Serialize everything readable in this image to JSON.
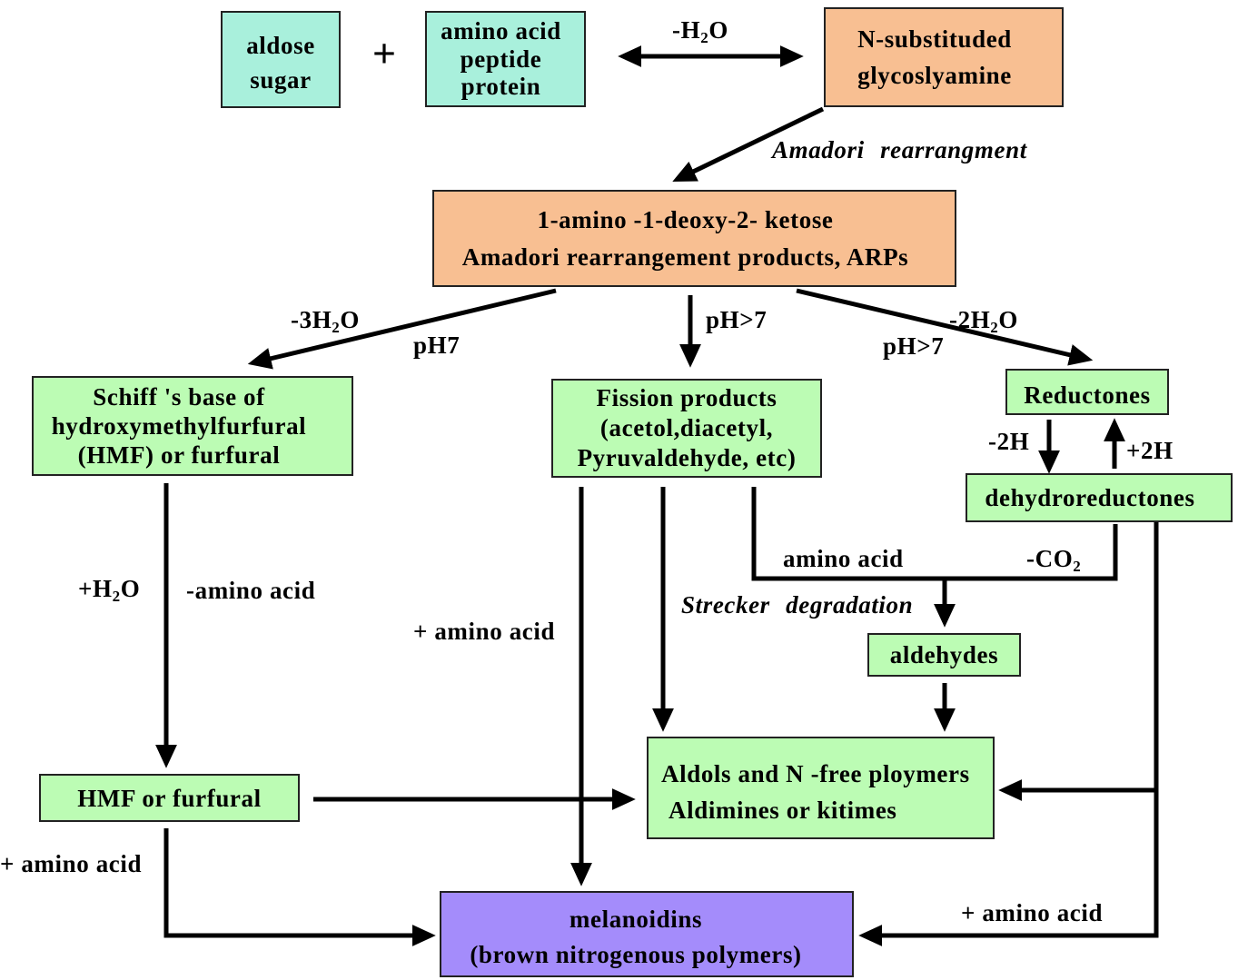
{
  "diagram": {
    "reactants": {
      "sugar_lines": [
        "aldose",
        "sugar"
      ],
      "plus": "+",
      "protein_lines": [
        "amino acid",
        "peptide",
        "protein"
      ]
    },
    "condensation": {
      "water_loss": "-H2O"
    },
    "glycosylamine_lines": [
      "N-substituded",
      "glycoslyamine"
    ],
    "amadori_step": "Amadori rearrangment",
    "arps_lines": [
      "1-amino -1-deoxy-2- ketose",
      "Amadori rearrangement products, ARPs"
    ],
    "branches": {
      "acid": {
        "water_loss": "-3H2O",
        "ph": "pH7"
      },
      "fission": {
        "ph": "pH>7"
      },
      "reductone": {
        "water_loss": "-2H2O",
        "ph": "pH>7"
      }
    },
    "schiff_base_lines": [
      "Schiff 's base of",
      "hydroxymethylfurfural",
      "(HMF) or furfural"
    ],
    "fission_products_lines": [
      "Fission products",
      "(acetol,diacetyl,",
      "Pyruvaldehyde, etc)"
    ],
    "reductones": "Reductones",
    "redox": {
      "oxidation": "-2H",
      "reduction": "+2H"
    },
    "dehydroreductones": "dehydroreductones",
    "hmf_formation": {
      "water_gain": "+H2O",
      "amino_loss": "-amino acid"
    },
    "hmf": "HMF or furfural",
    "strecker": {
      "amino_acid": "amino acid",
      "co2_loss": "-CO2",
      "label": "Strecker degradation"
    },
    "aldehydes": "aldehydes",
    "aldols_lines": [
      "Aldols and N -free ploymers",
      "Aldimines or kitimes"
    ],
    "amino_additions": {
      "fission_to_melanoidins": "+ amino acid",
      "hmf_to_melanoidins": "+ amino acid",
      "dehydroreductones_to_melanoidins": "+ amino acid"
    },
    "melanoidins_lines": [
      "melanoidins",
      "(brown nitrogenous polymers)"
    ]
  },
  "colors": {
    "reactant_box": "#a9f0dc",
    "amadori_box": "#f8bf92",
    "intermediate_box": "#bcfcb4",
    "melanoidin_box": "#a48cfb",
    "arrow": "#000000"
  }
}
